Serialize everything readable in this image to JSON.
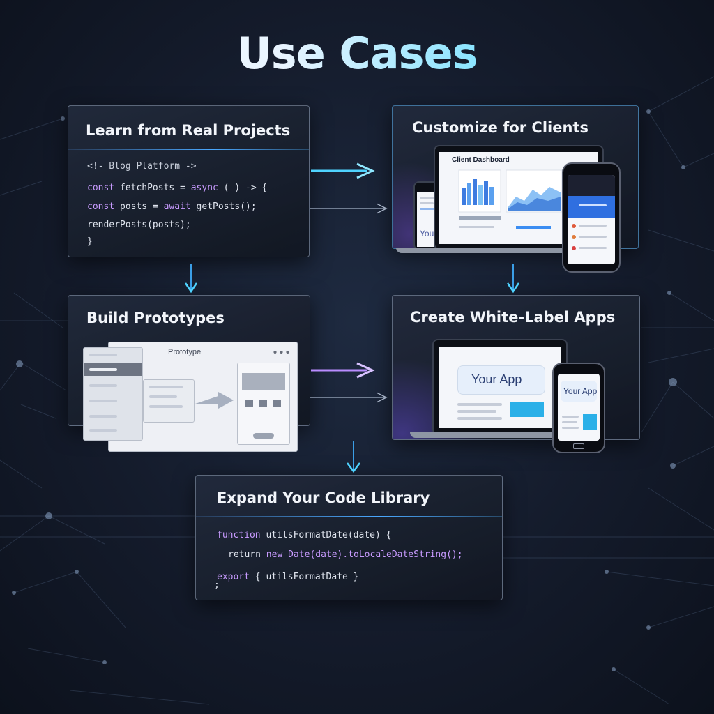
{
  "title": "Use Cases",
  "cards": {
    "learn": {
      "title": "Learn from Real Projects",
      "code": {
        "comment": "<!- Blog Platform ->",
        "line1_kw": "const",
        "line1_rest": " fetchPosts = ",
        "line1_kw2": "async",
        "line1_tail": " ( ) -> {",
        "line2_kw": "const",
        "line2_rest": " posts = ",
        "line2_kw2": "await",
        "line2_tail": " getPosts();",
        "line3": "renderPosts(posts);",
        "line4": "}"
      }
    },
    "customize": {
      "title": "Customize for Clients",
      "dashboard_label": "Client Dashboard",
      "tablet_text": "You"
    },
    "prototypes": {
      "title": "Build Prototypes",
      "window_label": "Prototype"
    },
    "whitelabel": {
      "title": "Create White-Label Apps",
      "laptop_app_label": "Your App",
      "phone_app_label": "Your App"
    },
    "library": {
      "title": "Expand Your Code Library",
      "code": {
        "line1_kw": "function",
        "line1_rest": " utilsFormatDate(date) {",
        "line2_kw": "return",
        "line2_mid": " new",
        "line2_rest": " Date(date).toLocaleDateString();",
        "line3_kw": "export",
        "line3_rest": " { utilsFormatDate }",
        "line4": ";"
      }
    }
  },
  "colors": {
    "accent_cyan": "#4fd3ff",
    "accent_purple": "#b98cff",
    "card_border": "#96a5be"
  }
}
